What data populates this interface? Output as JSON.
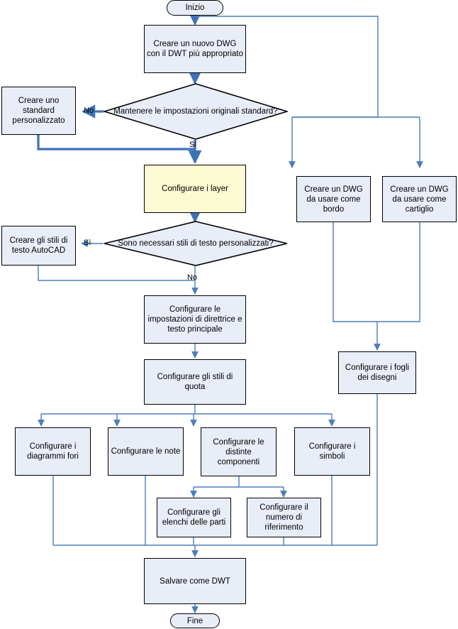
{
  "diagram": {
    "title_lang": "it",
    "colors": {
      "process_fill": "#e8edf7",
      "highlight_fill": "#fcfad2",
      "node_border": "#000000",
      "connector": "#4a7ebb",
      "connector_thick": "#3f72b5",
      "text": "#000000",
      "background": "#ffffff"
    },
    "nodes": {
      "start": {
        "label": "Inizio",
        "shape": "terminal"
      },
      "create_dwg": {
        "label": "Creare un nuovo DWG con il DWT più appropriato",
        "shape": "process"
      },
      "keep_settings": {
        "label": "Mantenere le impostazioni originali standard?",
        "shape": "decision"
      },
      "custom_standard": {
        "label": "Creare uno standard personalizzato",
        "shape": "process"
      },
      "configure_layers": {
        "label": "Configurare i layer",
        "shape": "process-highlight"
      },
      "need_text_styles": {
        "label": "Sono necessari stili di testo personalizzati?",
        "shape": "decision"
      },
      "autocad_text_styles": {
        "label": "Creare gli stili di testo AutoCAD",
        "shape": "process"
      },
      "dwg_border": {
        "label": "Creare un DWG da usare come bordo",
        "shape": "process"
      },
      "dwg_titleblock": {
        "label": "Creare un DWG da usare come cartiglio",
        "shape": "process"
      },
      "leader_settings": {
        "label": "Configurare le impostazioni di direttrice e testo principale",
        "shape": "process"
      },
      "dim_styles": {
        "label": "Configurare gli stili di quota",
        "shape": "process"
      },
      "sheets": {
        "label": "Configurare i fogli dei disegni",
        "shape": "process"
      },
      "hole_charts": {
        "label": "Configurare i diagrammi fori",
        "shape": "process"
      },
      "notes": {
        "label": "Configurare le note",
        "shape": "process"
      },
      "bom": {
        "label": "Configurare le distinte componenti",
        "shape": "process"
      },
      "symbols": {
        "label": "Configurare i simboli",
        "shape": "process"
      },
      "parts_lists": {
        "label": "Configurare gli elenchi delle parti",
        "shape": "process"
      },
      "balloon_number": {
        "label": "Configurare il numero di riferimento",
        "shape": "process"
      },
      "save_dwt": {
        "label": "Salvare come DWT",
        "shape": "process"
      },
      "end": {
        "label": "Fine",
        "shape": "terminal"
      }
    },
    "edge_labels": {
      "keep_settings_no": "No",
      "keep_settings_yes": "Sì",
      "need_text_styles_yes": "Sì",
      "need_text_styles_no": "No"
    }
  }
}
